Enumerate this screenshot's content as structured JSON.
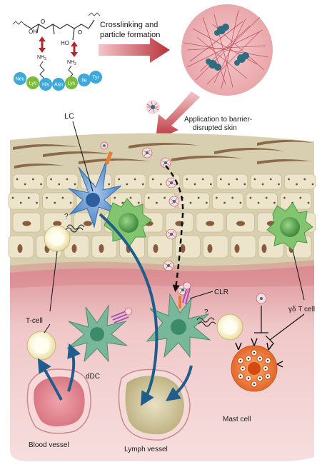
{
  "top_labels": {
    "crosslinking_line1": "Crosslinking and",
    "crosslinking_line2": "particle formation",
    "application_line1": "Application to barrier-",
    "application_line2": "disrupted skin"
  },
  "peptide_chain": [
    "Neu",
    "Lys",
    "His",
    "Asn",
    "Lys",
    "Ile",
    "Tyr"
  ],
  "peptide_colors": [
    "#3ea9d9",
    "#7cbb3e",
    "#3ea9d9",
    "#3ea9d9",
    "#7cbb3e",
    "#3ea9d9",
    "#3ea9d9"
  ],
  "chemistry": {
    "oh": "OH",
    "ho": "HO",
    "nh2": "NH",
    "sub2": "2"
  },
  "cell_labels": {
    "lc": "LC",
    "t_cell": "T-cell",
    "ddc": "dDC",
    "clr": "CLR",
    "question": "?",
    "gamma_delta": "γδ T cell",
    "mast_cell": "Mast cell",
    "blood_vessel": "Blood vessel",
    "lymph_vessel": "Lymph vessel"
  },
  "colors": {
    "dermis": "#f3cfd0",
    "epidermis_cell": "#e9e1c7",
    "stratum_corneum": "#ddd5b3",
    "lc_blue": "#5b95d1",
    "ddc_green": "#79b79a",
    "gd_green": "#8cc96a",
    "mast_orange": "#ef7d3a",
    "arrow_blue": "#1f5e8c",
    "big_arrow": "#c8474c"
  }
}
